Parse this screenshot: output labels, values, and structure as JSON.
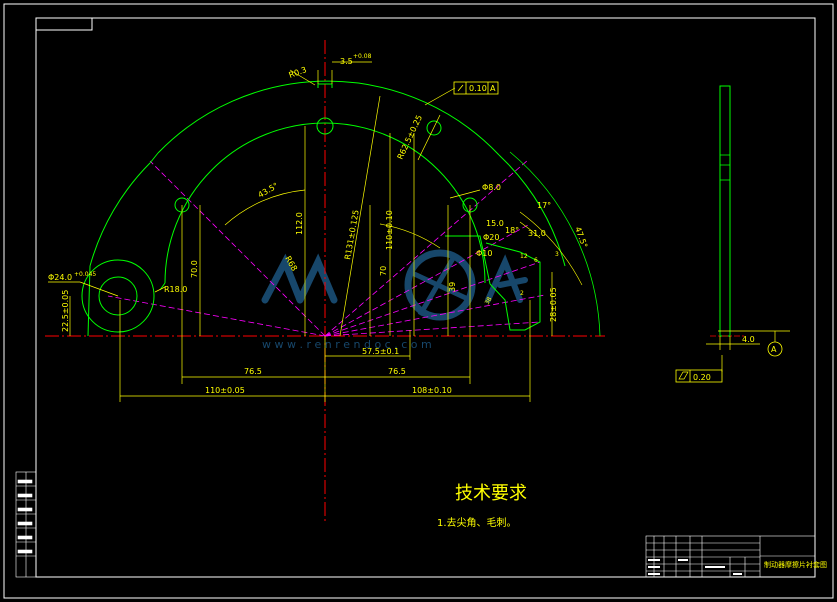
{
  "colors": {
    "background": "#000000",
    "outline": "#00ff00",
    "dimension": "#ffff00",
    "centerline": "#ff0000",
    "construction": "#ff00ff",
    "frame": "#ffffff",
    "watermark": "#1f5f8f"
  },
  "dimensions": {
    "slot_width": "3.5",
    "slot_tol": "+0.08",
    "r_slot": "R0.3",
    "pos_tol_value": "0.10",
    "pos_tol_datum": "A",
    "hole_dia": "Φ8.0",
    "angle_435": "43.5°",
    "height_1120": "112.0",
    "r_68": "R68",
    "r_131": "R131±0.125",
    "r_625": "R62.5±0.25",
    "height_110": "110±0.10",
    "height_70": "70.0",
    "height_70b": "70",
    "a_150": "15.0",
    "a_18": "18°",
    "a_31": "31.0",
    "a_17": "17°",
    "a_475": "47.5°",
    "a_20": "Φ20",
    "a_10": "Φ10",
    "small_38": "38",
    "small_12": "12",
    "small_6": "6",
    "small_2": "2",
    "small_3": "3",
    "dim_39": "39",
    "dim_28": "28±0.05",
    "hole_left": "Φ24.0",
    "hole_left_tol": "+0.045",
    "r_180": "R18.0",
    "dim_225": "22.5±0.05",
    "dim_765_left": "76.5",
    "dim_765_right": "76.5",
    "dim_575": "57.5±0.1",
    "dim_110": "110±0.05",
    "dim_108": "108±0.10",
    "thickness": "4.0",
    "flatness_value": "0.20",
    "datum_label": "A"
  },
  "notes": {
    "title": "技术要求",
    "item1": "1.去尖角、毛刺。"
  },
  "watermark": {
    "url": "w w w . r e n r e n d o c . c o m"
  },
  "title_block": {
    "drawing_name": "制动器摩擦片衬套图"
  }
}
